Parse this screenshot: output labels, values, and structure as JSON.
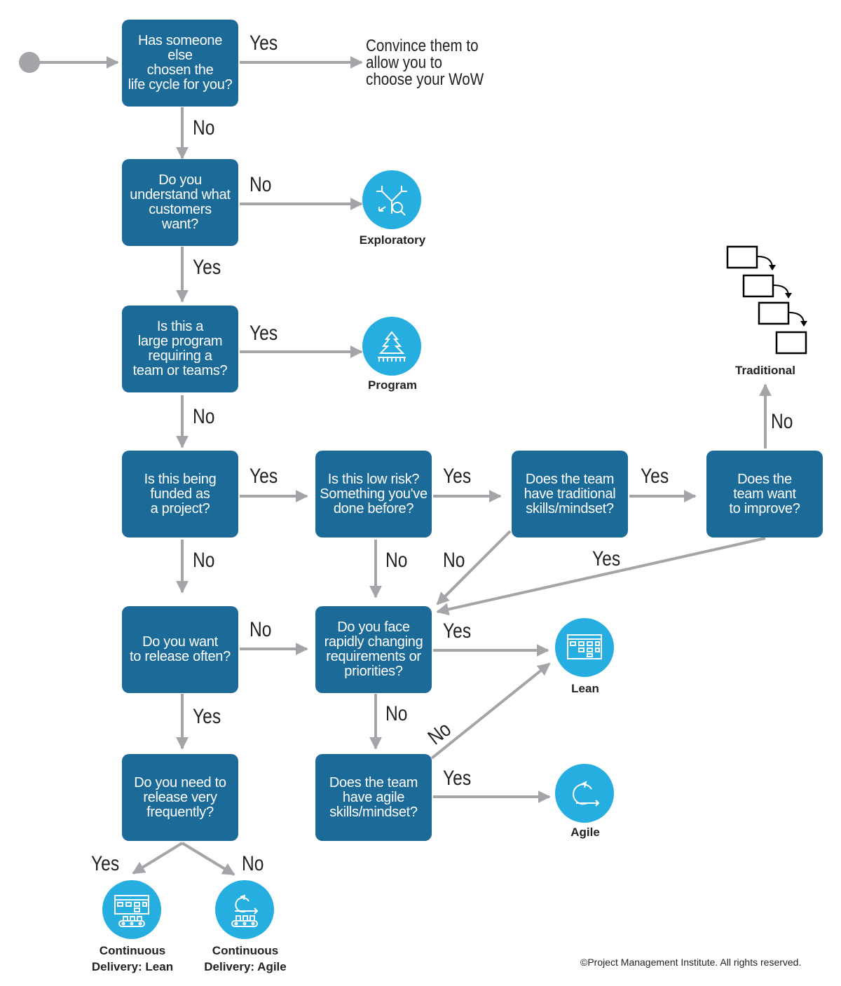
{
  "questions": {
    "q1": "Has someone else\nchosen the\nlife cycle for you?",
    "q2": "Do you\nunderstand what\ncustomers\nwant?",
    "q3": "Is this a\nlarge program\nrequiring a\nteam or teams?",
    "q4": "Is this being\nfunded as\na project?",
    "q5": "Is this low risk?\nSomething you've\ndone before?",
    "q6": "Does the team\nhave traditional\nskills/mindset?",
    "q7": "Does the\nteam want\nto improve?",
    "q8": "Do you want\nto release often?",
    "q9": "Do you face\nrapidly changing\nrequirements or\npriorities?",
    "q10": "Do you need to\nrelease very\nfrequently?",
    "q11": "Does the team\nhave agile\nskills/mindset?"
  },
  "labels": {
    "yes": "Yes",
    "no": "No"
  },
  "outcomes": {
    "convince": "Convince them to\nallow you to\nchoose your WoW",
    "exploratory": "Exploratory",
    "program": "Program",
    "traditional": "Traditional",
    "lean": "Lean",
    "agile": "Agile",
    "cd_lean": "Continuous\nDelivery: Lean",
    "cd_agile": "Continuous\nDelivery: Agile"
  },
  "icons": {
    "exploratory": "branching-search-icon",
    "program": "tree-hierarchy-icon",
    "traditional": "waterfall-steps-icon",
    "lean": "kanban-board-icon",
    "agile": "iteration-loop-icon",
    "cd_lean": "kanban-conveyor-icon",
    "cd_agile": "loop-conveyor-icon"
  },
  "colors": {
    "decision_box": "#1c6a97",
    "outcome_circle": "#27aee0",
    "arrow": "#a3a5a8"
  },
  "footer": {
    "copyright": "©Project Management Institute. All rights reserved."
  }
}
